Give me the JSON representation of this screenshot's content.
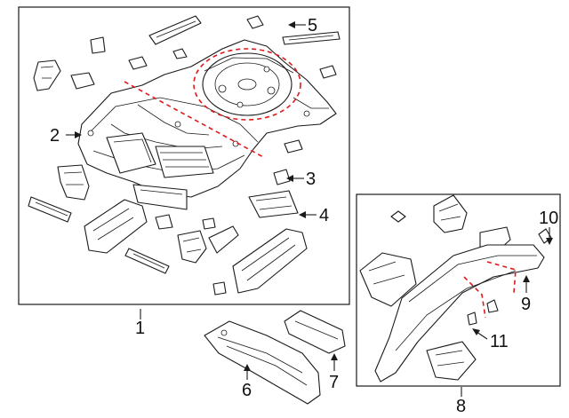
{
  "diagram": {
    "callouts": [
      {
        "id": "c1",
        "label": "1"
      },
      {
        "id": "c2",
        "label": "2"
      },
      {
        "id": "c3",
        "label": "3"
      },
      {
        "id": "c4",
        "label": "4"
      },
      {
        "id": "c5",
        "label": "5"
      },
      {
        "id": "c6",
        "label": "6"
      },
      {
        "id": "c7",
        "label": "7"
      },
      {
        "id": "c8",
        "label": "8"
      },
      {
        "id": "c9",
        "label": "9"
      },
      {
        "id": "c10",
        "label": "10"
      },
      {
        "id": "c11",
        "label": "11"
      }
    ],
    "colors": {
      "line": "#1a1a1a",
      "cut_line": "#e0191b",
      "background": "#ffffff"
    }
  }
}
